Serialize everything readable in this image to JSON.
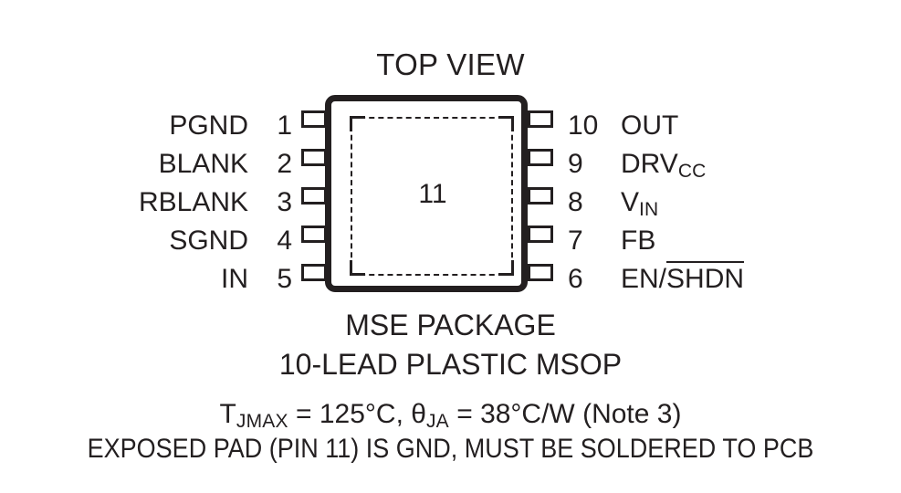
{
  "diagram": {
    "top_view_label": "TOP VIEW",
    "exposed_pad_number": "11",
    "left_pins": [
      {
        "number": "1",
        "name": "PGND"
      },
      {
        "number": "2",
        "name": "BLANK"
      },
      {
        "number": "3",
        "name": "RBLANK"
      },
      {
        "number": "4",
        "name": "SGND"
      },
      {
        "number": "5",
        "name": "IN"
      }
    ],
    "right_pins": [
      {
        "number": "10",
        "name": "OUT",
        "base": "OUT",
        "sub": "",
        "overline": ""
      },
      {
        "number": "9",
        "name": "DRVCC",
        "base": "DRV",
        "sub": "CC",
        "overline": ""
      },
      {
        "number": "8",
        "name": "VIN",
        "base": "V",
        "sub": "IN",
        "overline": ""
      },
      {
        "number": "7",
        "name": "FB",
        "base": "FB",
        "sub": "",
        "overline": ""
      },
      {
        "number": "6",
        "name": "EN/SHDN",
        "base": "EN/",
        "sub": "",
        "overline": "SHDN"
      }
    ],
    "captions": {
      "package": "MSE PACKAGE",
      "lead": "10-LEAD PLASTIC MSOP",
      "thermal_tjmax_label": "T",
      "thermal_tjmax_sub": "JMAX",
      "thermal_tjmax_value": " = 125°C, ",
      "thermal_theta_label": "θ",
      "thermal_theta_sub": "JA",
      "thermal_theta_value": " = 38°C/W (Note 3)",
      "exposed_pad_note": "EXPOSED PAD (PIN 11) IS GND, MUST BE SOLDERED TO PCB"
    },
    "colors": {
      "ink": "#231f20",
      "background": "#ffffff"
    }
  }
}
